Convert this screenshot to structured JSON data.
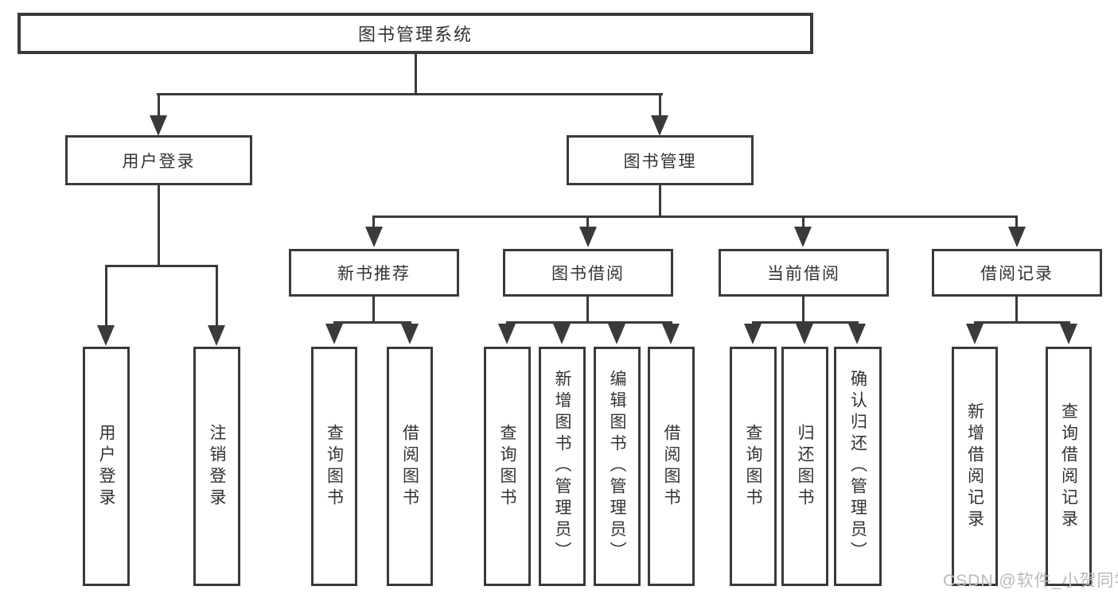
{
  "diagram": {
    "tree": {
      "root": {
        "label": "图书管理系统"
      },
      "branches": [
        {
          "label": "用户登录",
          "children": [
            {
              "label": "用户登录"
            },
            {
              "label": "注销登录"
            }
          ]
        },
        {
          "label": "图书管理",
          "children": [
            {
              "label": "新书推荐",
              "children": [
                {
                  "label": "查询图书"
                },
                {
                  "label": "借阅图书"
                }
              ]
            },
            {
              "label": "图书借阅",
              "children": [
                {
                  "label": "查询图书"
                },
                {
                  "label": "新增图书（管理员）"
                },
                {
                  "label": "编辑图书（管理员）"
                },
                {
                  "label": "借阅图书"
                }
              ]
            },
            {
              "label": "当前借阅",
              "children": [
                {
                  "label": "查询图书"
                },
                {
                  "label": "归还图书"
                },
                {
                  "label": "确认归还（管理员）"
                }
              ]
            },
            {
              "label": "借阅记录",
              "children": [
                {
                  "label": "新增借阅记录"
                },
                {
                  "label": "查询借阅记录"
                }
              ]
            }
          ]
        }
      ]
    },
    "colors": {
      "line": "#3a3a3a",
      "box_border": "#3a3a3a",
      "box_fill": "#ffffff",
      "text": "#333333",
      "background": "#ffffff"
    }
  },
  "watermark": {
    "text": "CSDN @软件_小贺同学",
    "color": "#b9b9b9"
  }
}
